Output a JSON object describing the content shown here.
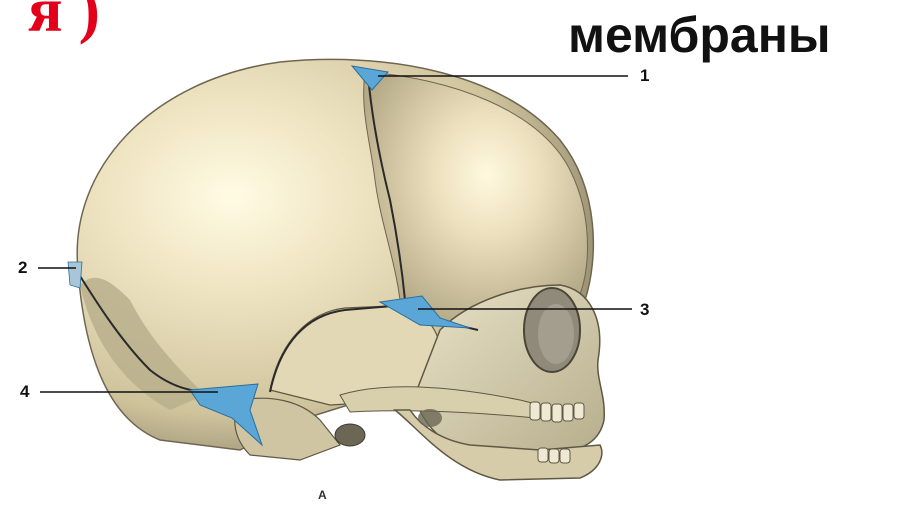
{
  "headings": {
    "red_fragment": "я )",
    "black_title": "мембраны"
  },
  "callouts": [
    {
      "number": "1",
      "target": "anterior fontanelle"
    },
    {
      "number": "2",
      "target": "posterior fontanelle"
    },
    {
      "number": "3",
      "target": "sphenoidal fontanelle"
    },
    {
      "number": "4",
      "target": "mastoid fontanelle"
    }
  ],
  "figure": {
    "letter": "A",
    "colors": {
      "bone": "#e6dcb8",
      "bone_shadow": "#b8ad8a",
      "fontanelle": "#5aa6d6",
      "suture_line": "#2a2a2a",
      "red_heading": "#e3001b"
    }
  }
}
